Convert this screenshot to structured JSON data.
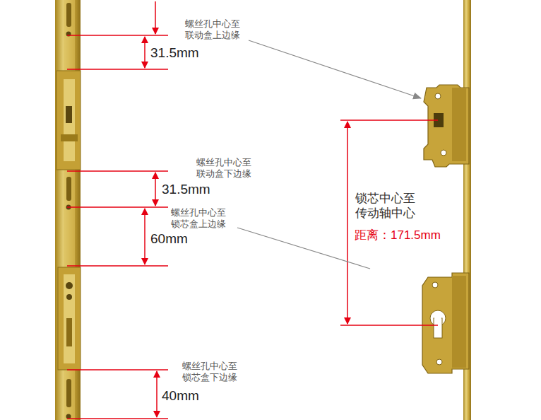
{
  "diagram": {
    "labels": [
      "螺丝孔中心至 联动盒上边缘",
      "31.5mm",
      "螺丝孔中心至 联动盒下边缘",
      "31.5mm",
      "螺丝孔中心至 锁芯盒上边缘",
      "60mm",
      "锁芯中心至 传动轴中心",
      "距离：171.5mm",
      "螺丝孔中心至 锁芯盒下边缘",
      "40mm"
    ]
  }
}
